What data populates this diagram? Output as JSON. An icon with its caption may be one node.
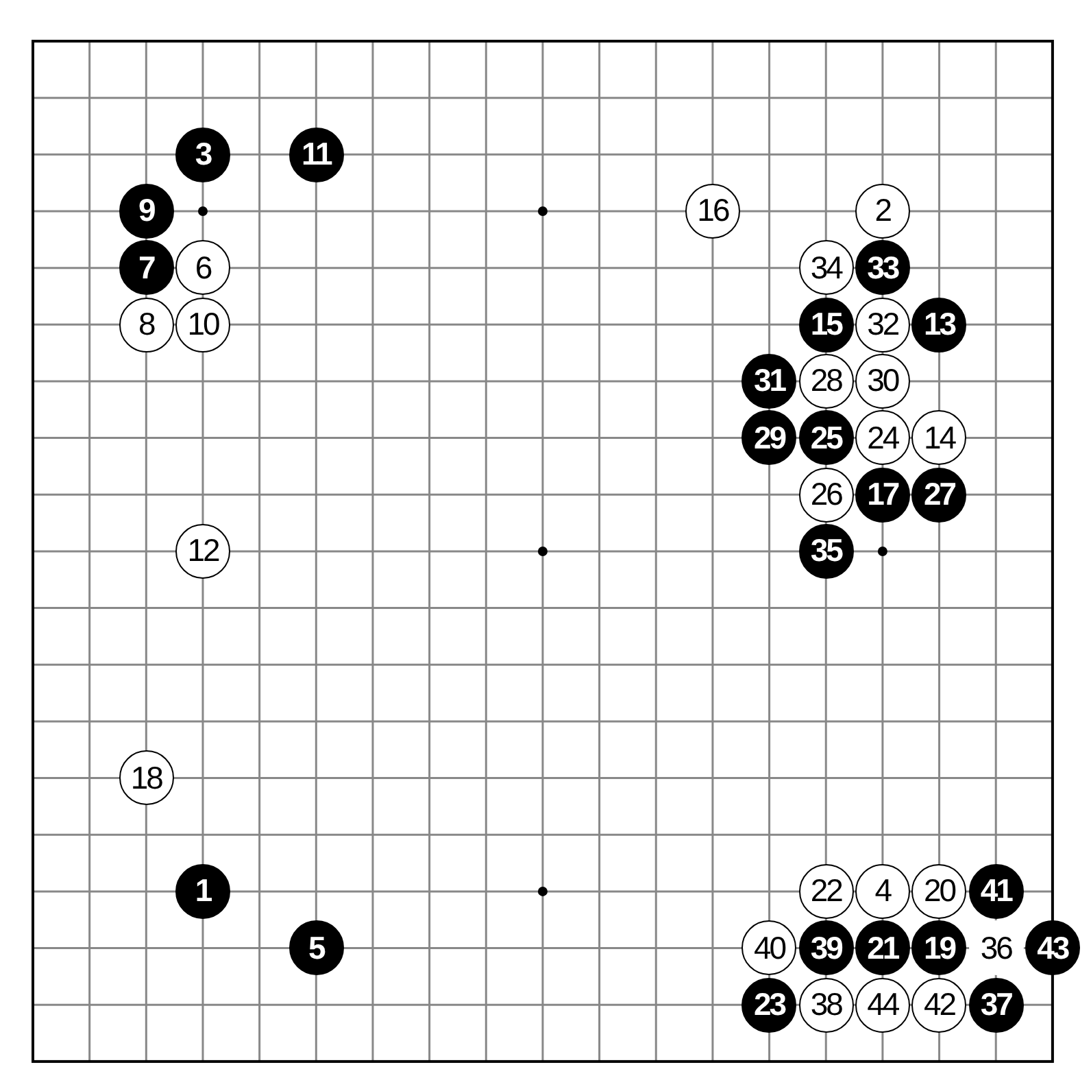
{
  "diagram": {
    "nodes": [
      {
        "text": [
          "3"
        ]
      },
      {
        "text": [
          "11"
        ]
      },
      {
        "text": [
          "9"
        ]
      },
      {
        "text": [
          "16"
        ]
      },
      {
        "text": [
          "2"
        ]
      },
      {
        "text": [
          "7"
        ]
      },
      {
        "text": [
          "6"
        ]
      },
      {
        "text": [
          "34"
        ]
      },
      {
        "text": [
          "33"
        ]
      },
      {
        "text": [
          "8"
        ]
      },
      {
        "text": [
          "10"
        ]
      },
      {
        "text": [
          "15"
        ]
      },
      {
        "text": [
          "32"
        ]
      },
      {
        "text": [
          "13"
        ]
      },
      {
        "text": [
          "31"
        ]
      },
      {
        "text": [
          "28"
        ]
      },
      {
        "text": [
          "30"
        ]
      },
      {
        "text": [
          "29"
        ]
      },
      {
        "text": [
          "25"
        ]
      },
      {
        "text": [
          "24"
        ]
      },
      {
        "text": [
          "14"
        ]
      },
      {
        "text": [
          "26"
        ]
      },
      {
        "text": [
          "17"
        ]
      },
      {
        "text": [
          "27"
        ]
      },
      {
        "text": [
          "12"
        ]
      },
      {
        "text": [
          "35"
        ]
      },
      {
        "text": [
          "18"
        ]
      },
      {
        "text": [
          "1"
        ]
      },
      {
        "text": [
          "22"
        ]
      },
      {
        "text": [
          "4"
        ]
      },
      {
        "text": [
          "20"
        ]
      },
      {
        "text": [
          "41"
        ]
      },
      {
        "text": [
          "5"
        ]
      },
      {
        "text": [
          "40"
        ]
      },
      {
        "text": [
          "39"
        ]
      },
      {
        "text": [
          "21"
        ]
      },
      {
        "text": [
          "19"
        ]
      },
      {
        "text": [
          "36"
        ]
      },
      {
        "text": [
          "43"
        ]
      },
      {
        "text": [
          "23"
        ]
      },
      {
        "text": [
          "38"
        ]
      },
      {
        "text": [
          "44"
        ]
      },
      {
        "text": [
          "42"
        ]
      },
      {
        "text": [
          "37"
        ]
      }
    ]
  }
}
